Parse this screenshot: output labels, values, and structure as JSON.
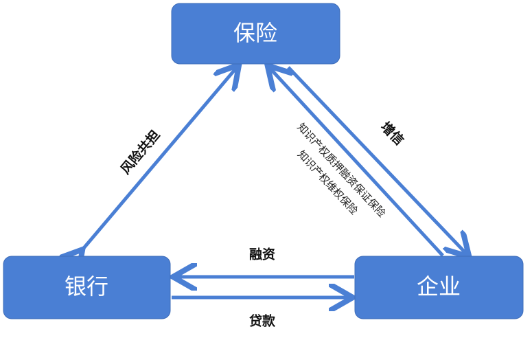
{
  "nodes": {
    "insurance": "保险",
    "bank": "银行",
    "enterprise": "企业"
  },
  "edges": {
    "risk_sharing": "风险共担",
    "credit_enhancement": "增信",
    "ip_pledge_insurance": "知识产权质押融资保证保险",
    "ip_protection_insurance": "知识产权维权保险",
    "financing": "融资",
    "loan": "贷款"
  },
  "colors": {
    "node_fill": "#4a7fd4",
    "arrow": "#4a7fd4",
    "node_text": "#ffffff"
  }
}
